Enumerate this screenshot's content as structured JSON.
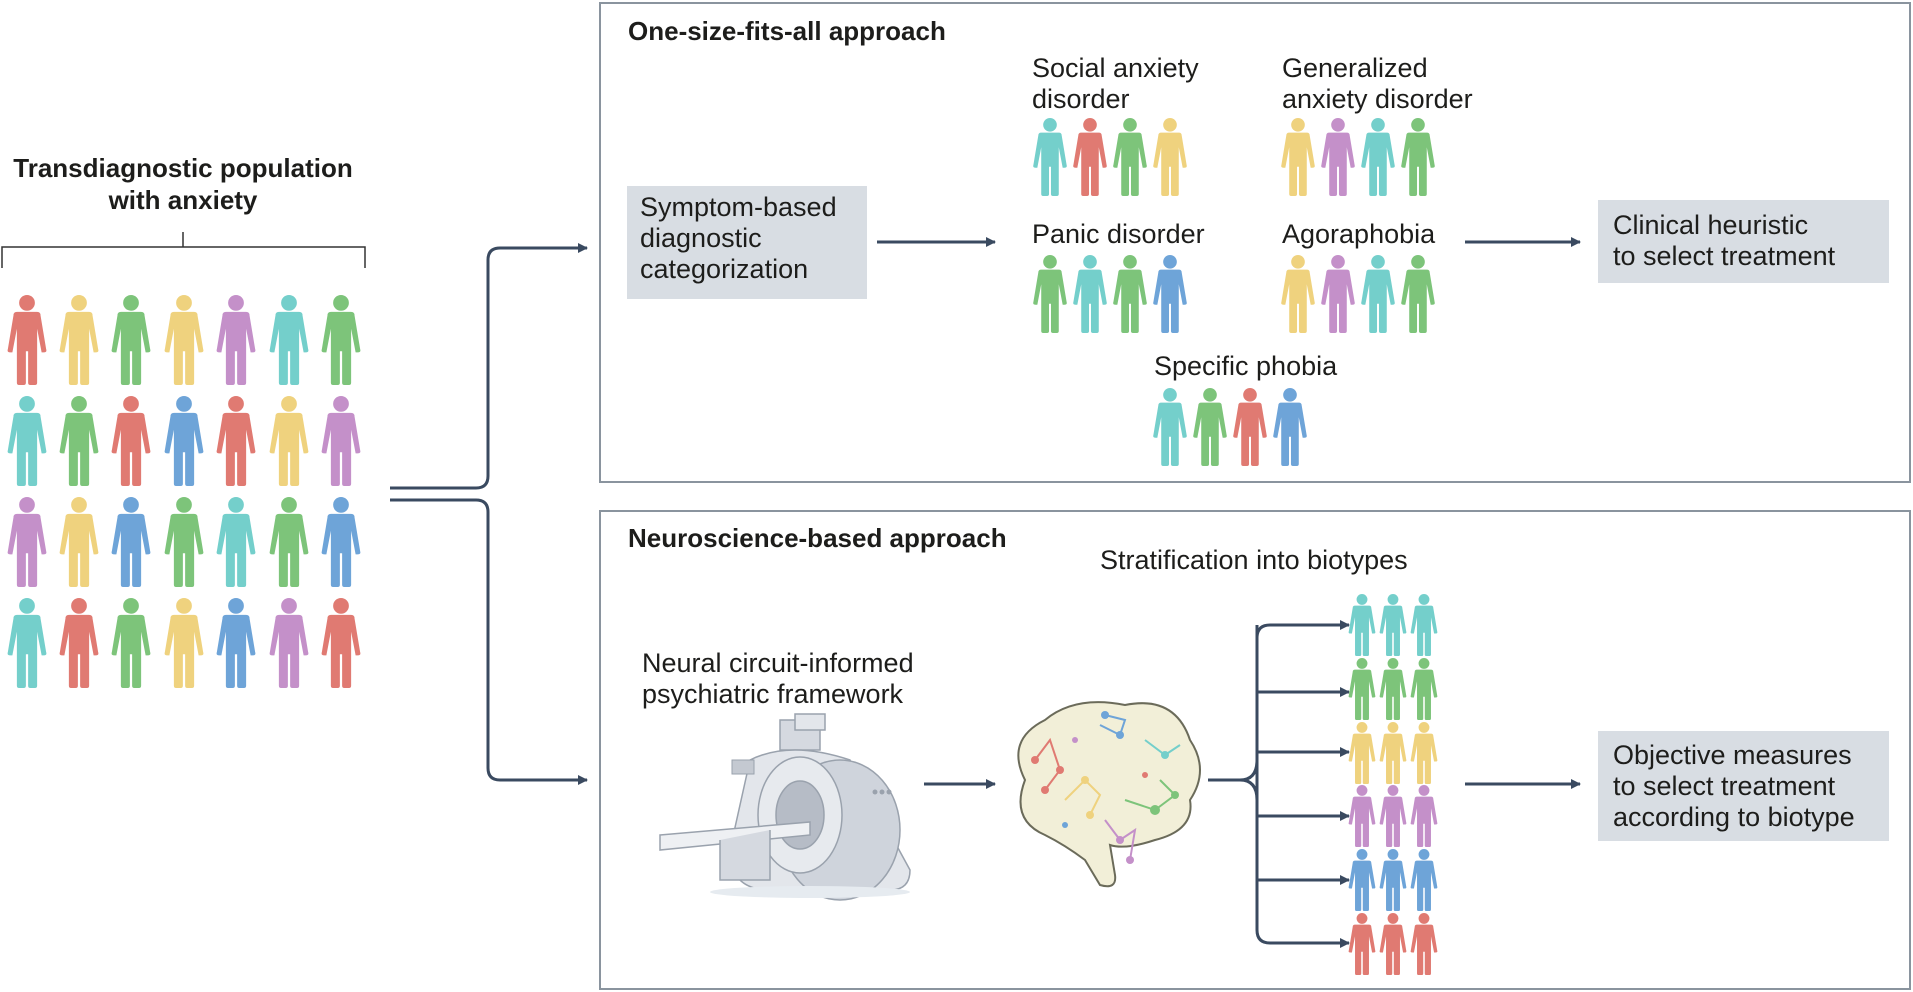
{
  "population": {
    "title_line1": "Transdiagnostic population",
    "title_line2": "with anxiety"
  },
  "one_size": {
    "heading": "One-size-fits-all approach",
    "categorization_line1": "Symptom-based",
    "categorization_line2": "diagnostic",
    "categorization_line3": "categorization",
    "groups": {
      "social_line1": "Social anxiety",
      "social_line2": "disorder",
      "generalized_line1": "Generalized",
      "generalized_line2": "anxiety disorder",
      "panic": "Panic disorder",
      "agoraphobia": "Agoraphobia",
      "specific": "Specific phobia"
    },
    "result_line1": "Clinical heuristic",
    "result_line2": "to select treatment"
  },
  "neuro": {
    "heading": "Neuroscience-based approach",
    "framework_line1": "Neural circuit-informed",
    "framework_line2": "psychiatric framework",
    "stratification": "Stratification into biotypes",
    "result_line1": "Objective measures",
    "result_line2": "to select treatment",
    "result_line3": "according to biotype"
  },
  "colors": {
    "red": "#e07a72",
    "yellow": "#efd27e",
    "green": "#7dc47a",
    "purple": "#c490c9",
    "teal": "#74cfcb",
    "blue": "#6ea4d8",
    "arrow": "#3a4a60",
    "panel_border": "#8a949e",
    "box_fill": "#d8dde3"
  }
}
